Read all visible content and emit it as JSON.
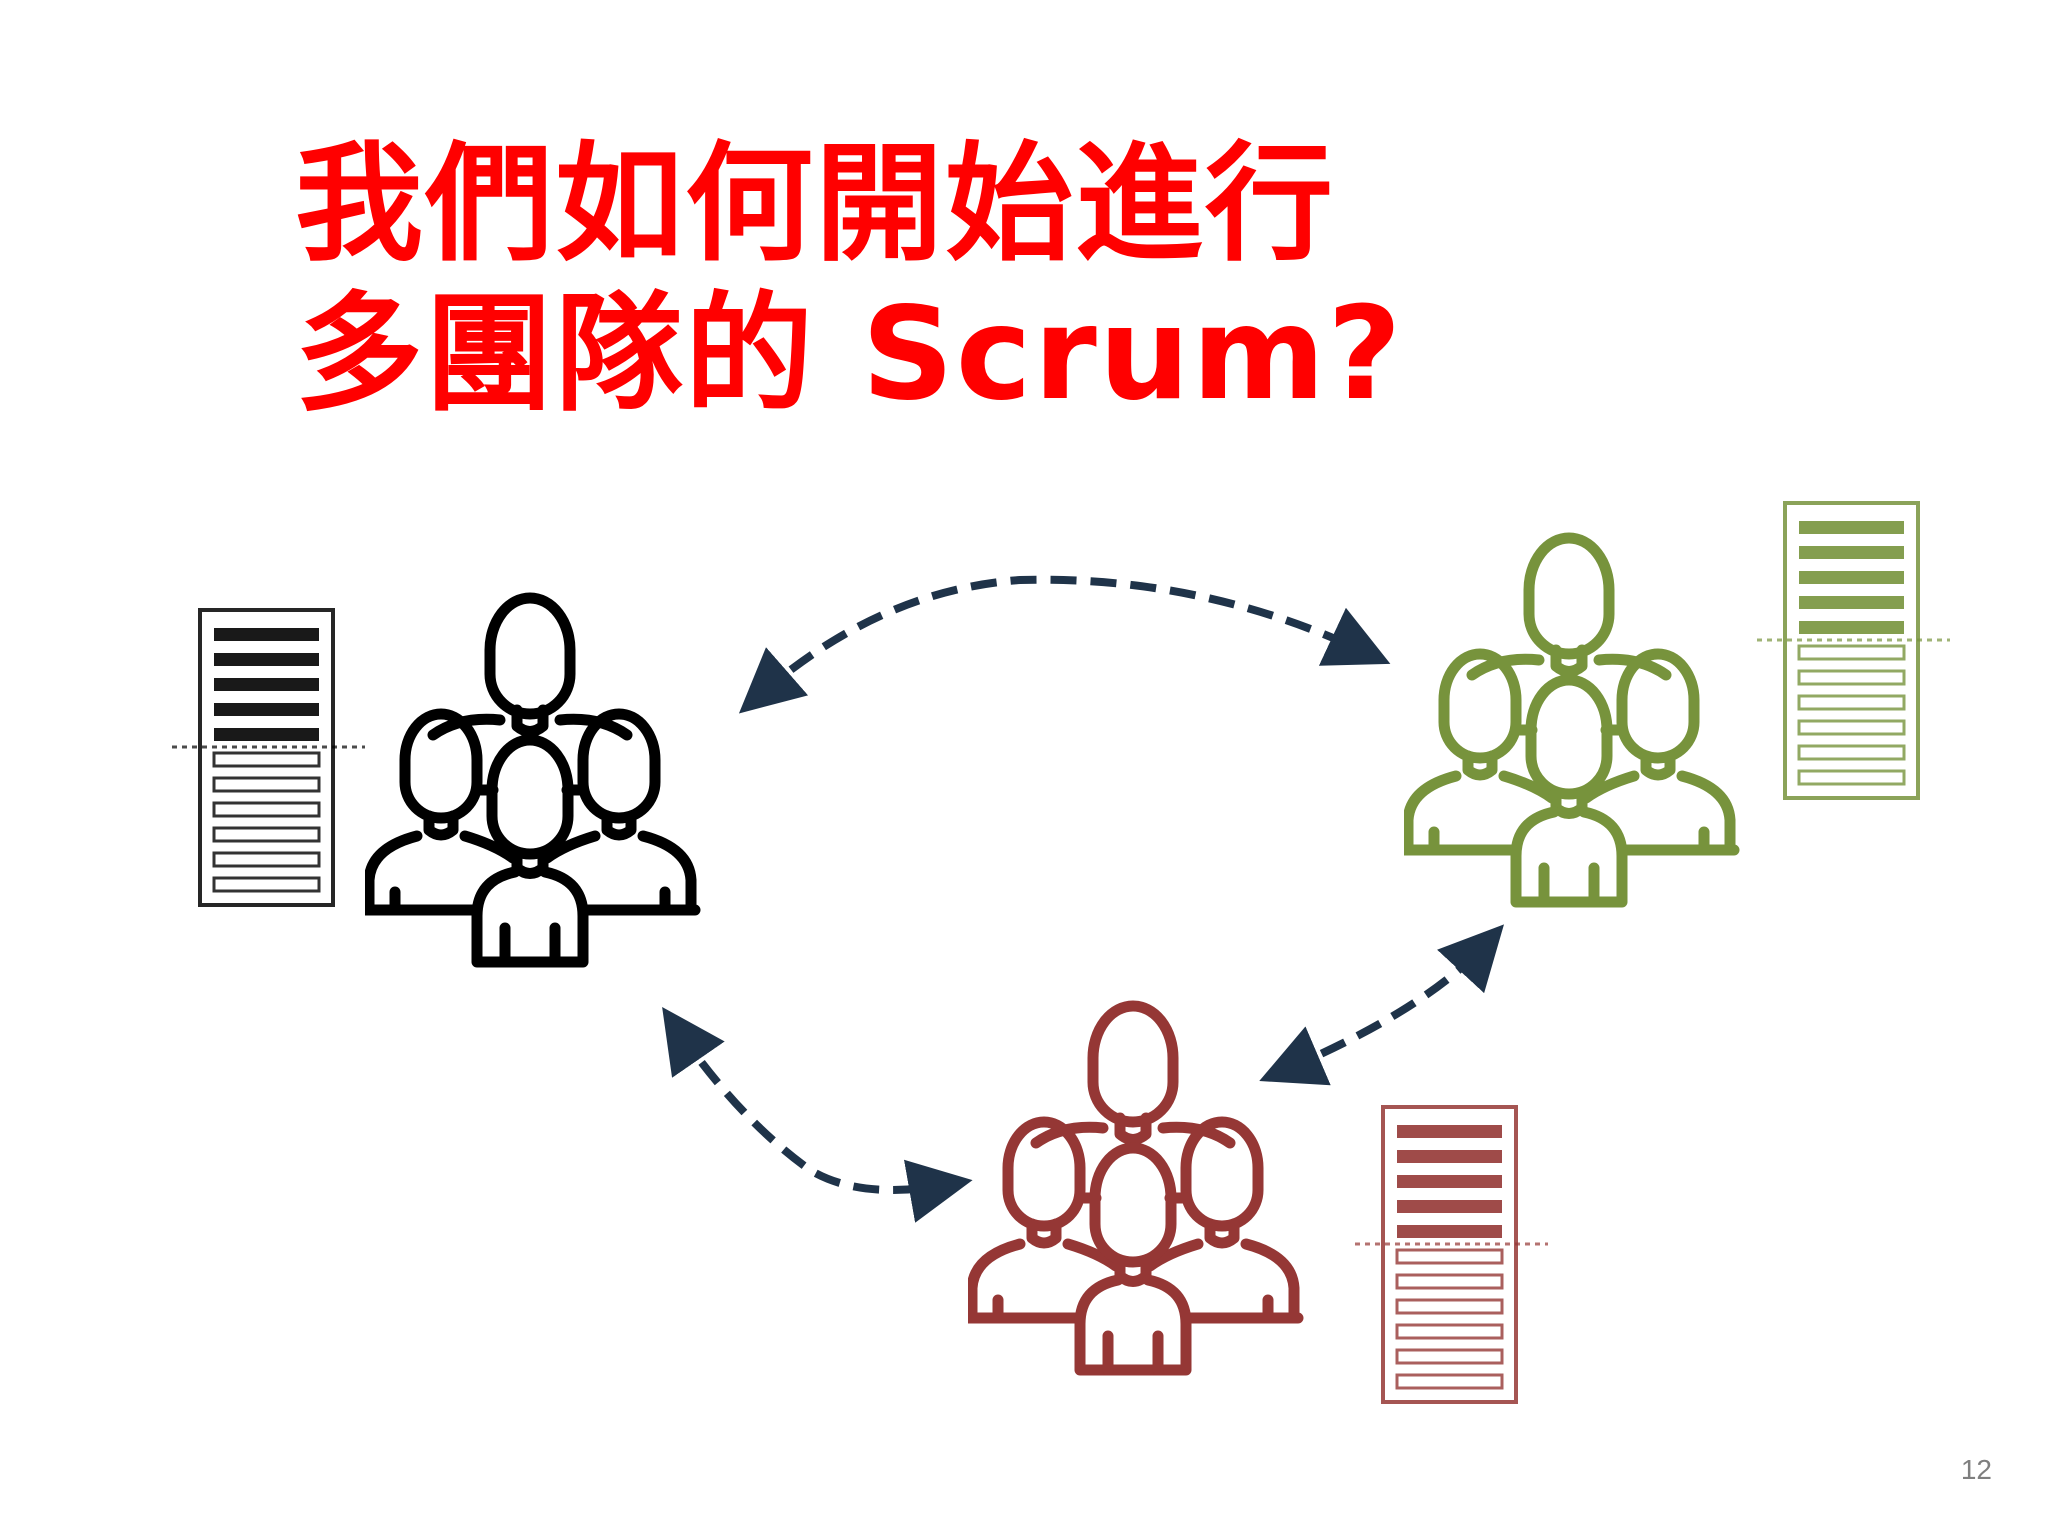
{
  "slide": {
    "title_line1": "我們如何開始進行",
    "title_line2": "多團隊的 Scrum?",
    "title_color": "#ff0000",
    "page_number": "12"
  },
  "teams": [
    {
      "name": "team-black",
      "color": "#000000",
      "backlog_done_items": 5,
      "backlog_todo_items": 6
    },
    {
      "name": "team-green",
      "color": "#77933c",
      "backlog_done_items": 5,
      "backlog_todo_items": 6
    },
    {
      "name": "team-red",
      "color": "#953735",
      "backlog_done_items": 5,
      "backlog_todo_items": 6
    }
  ],
  "connector_color": "#1f3349",
  "icons": {
    "team": "team-group-icon",
    "backlog": "product-backlog-icon",
    "connector": "double-headed-dashed-arrow"
  }
}
